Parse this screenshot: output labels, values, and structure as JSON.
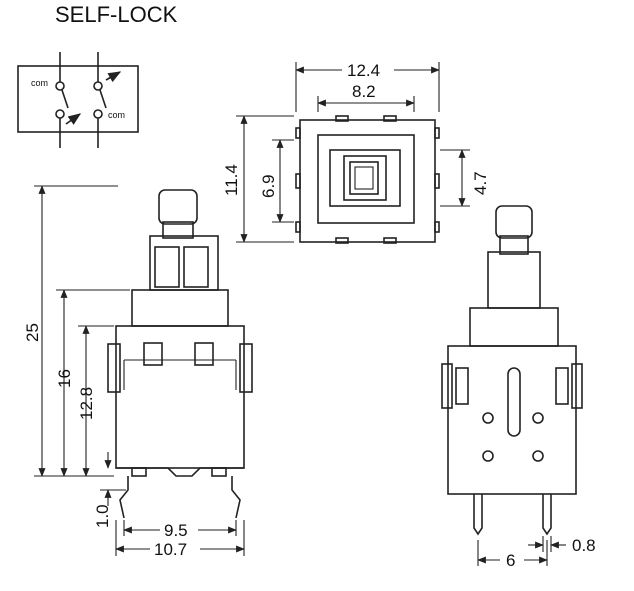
{
  "title": "SELF-LOCK",
  "schematic": {
    "com_left": "com",
    "com_right": "com"
  },
  "top_view": {
    "width_outer": "12.4",
    "width_inner": "8.2",
    "height_outer": "11.4",
    "height_inner": "6.9",
    "right_height": "4.7"
  },
  "front_view": {
    "total_height": "25",
    "height_16": "16",
    "height_12_8": "12.8",
    "pin_gap": "1.0",
    "pin_spacing": "9.5",
    "base_width": "10.7"
  },
  "side_view": {
    "pin_pitch": "6",
    "pin_width": "0.8"
  }
}
